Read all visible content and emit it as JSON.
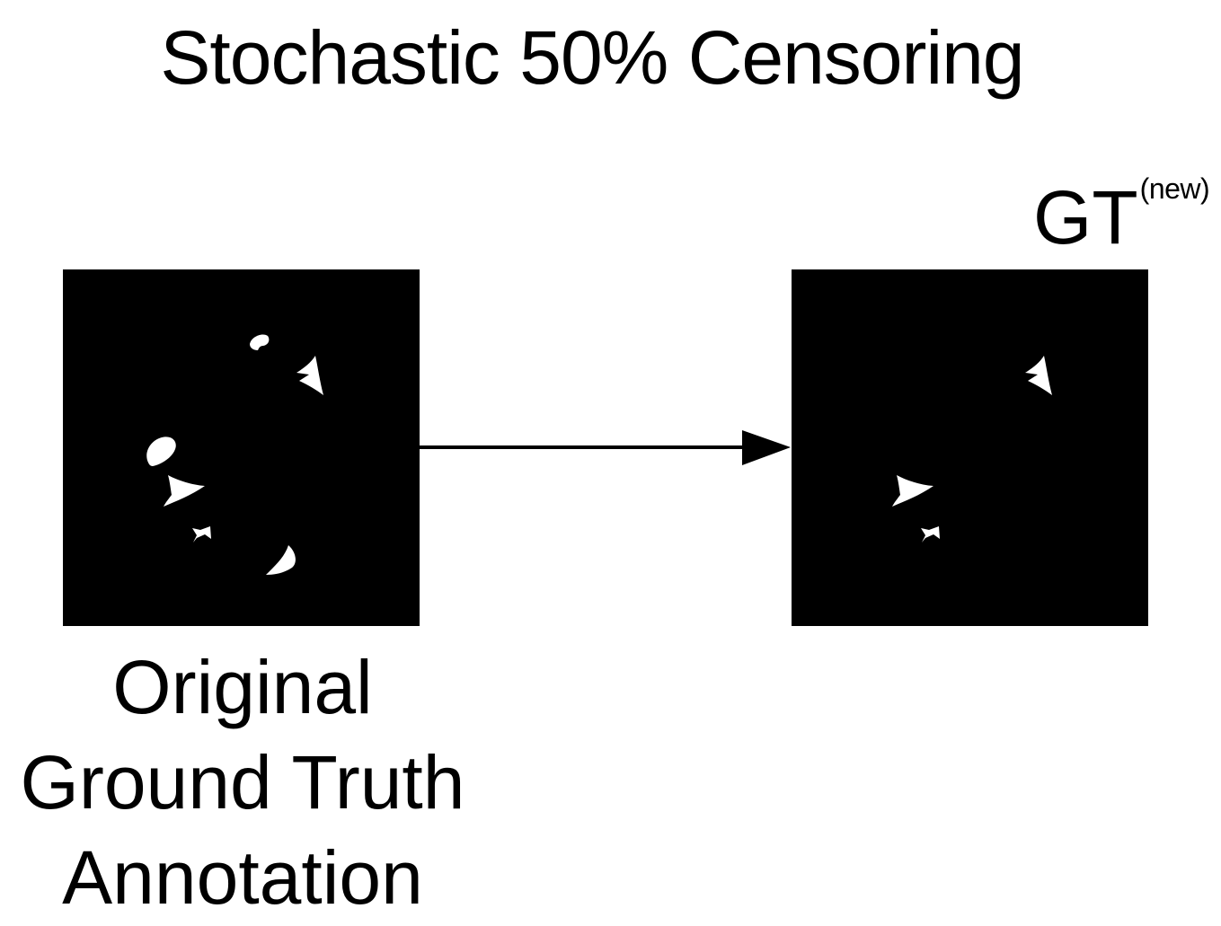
{
  "title": "Stochastic 50% Censoring",
  "left_panel": {
    "caption_lines": [
      "Original",
      "Ground Truth",
      "Annotation"
    ]
  },
  "right_panel": {
    "label_main": "GT",
    "label_superscript": "(new)"
  },
  "colors": {
    "background": "#ffffff",
    "mask_background": "#000000",
    "lesion": "#ffffff",
    "arrow": "#000000"
  },
  "masks": {
    "original_lesion_count": 6,
    "censored_lesion_count": 3
  }
}
